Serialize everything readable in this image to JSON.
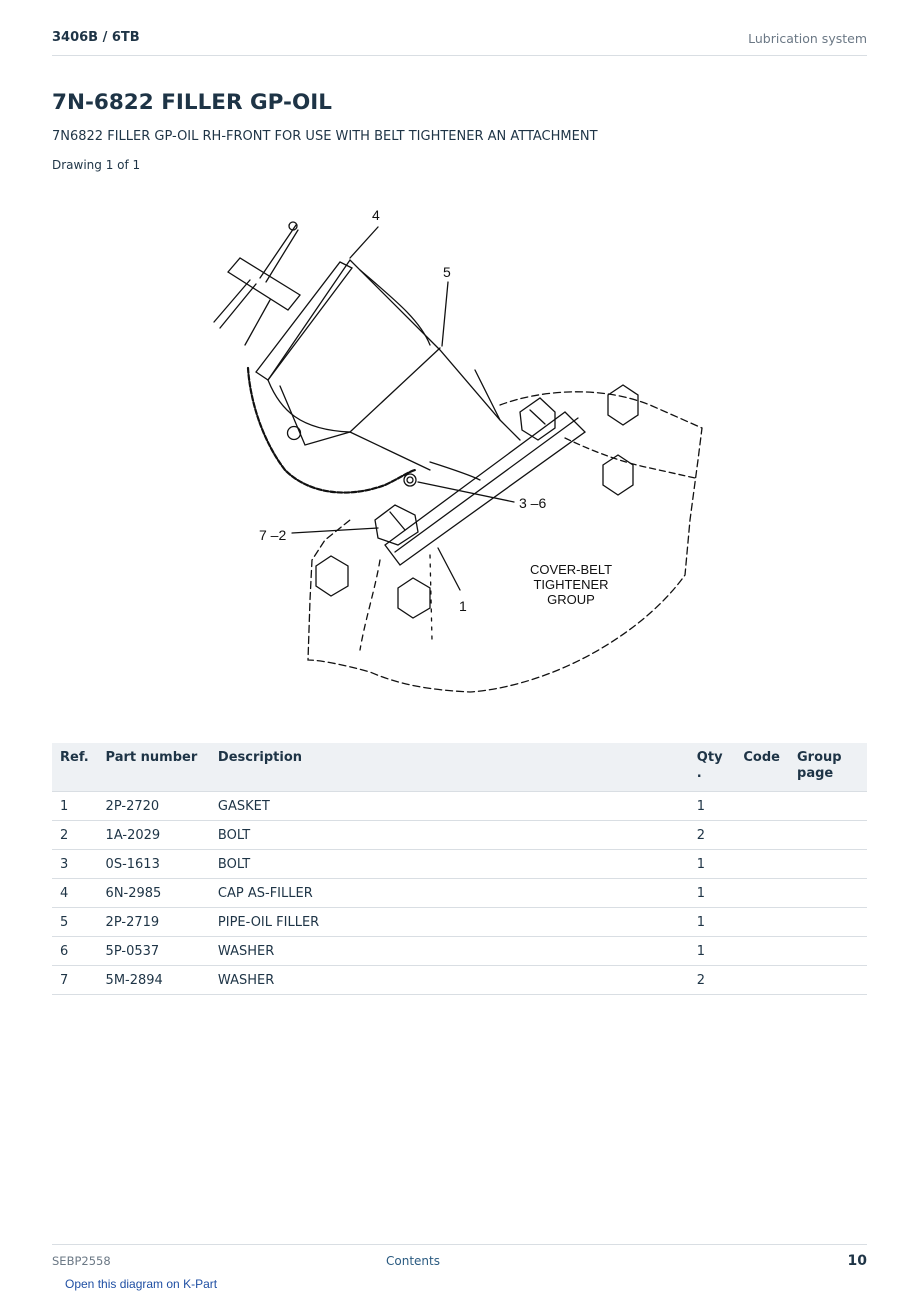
{
  "header": {
    "model": "3406B  /  6TB",
    "section": "Lubrication system"
  },
  "title": "7N-6822 FILLER GP-OIL",
  "subtitle": "7N6822 FILLER GP-OIL RH-FRONT FOR USE WITH BELT TIGHTENER AN ATTACHMENT",
  "drawing_count": "Drawing 1 of 1",
  "diagram": {
    "callouts": {
      "c4": "4",
      "c5": "5",
      "c36": "3 –6",
      "c72": "7 –2",
      "c1": "1"
    },
    "caption": [
      "COVER-BELT",
      "TIGHTENER",
      "GROUP"
    ]
  },
  "table": {
    "headers": {
      "ref": "Ref.",
      "part_number": "Part number",
      "description": "Description",
      "qty": "Qty .",
      "code": "Code",
      "group_page": "Group page"
    },
    "rows": [
      {
        "ref": "1",
        "part_number": "2P-2720",
        "description": "GASKET",
        "qty": "1",
        "code": "",
        "group_page": ""
      },
      {
        "ref": "2",
        "part_number": "1A-2029",
        "description": "BOLT",
        "qty": "2",
        "code": "",
        "group_page": ""
      },
      {
        "ref": "3",
        "part_number": "0S-1613",
        "description": "BOLT",
        "qty": "1",
        "code": "",
        "group_page": ""
      },
      {
        "ref": "4",
        "part_number": "6N-2985",
        "description": "CAP AS-FILLER",
        "qty": "1",
        "code": "",
        "group_page": ""
      },
      {
        "ref": "5",
        "part_number": "2P-2719",
        "description": "PIPE-OIL FILLER",
        "qty": "1",
        "code": "",
        "group_page": ""
      },
      {
        "ref": "6",
        "part_number": "5P-0537",
        "description": "WASHER",
        "qty": "1",
        "code": "",
        "group_page": ""
      },
      {
        "ref": "7",
        "part_number": "5M-2894",
        "description": "WASHER",
        "qty": "2",
        "code": "",
        "group_page": ""
      }
    ]
  },
  "footer": {
    "doc_id": "SEBP2558",
    "contents_link": "Contents",
    "page_number": "10"
  },
  "kpart_link": "Open this diagram on K-Part"
}
